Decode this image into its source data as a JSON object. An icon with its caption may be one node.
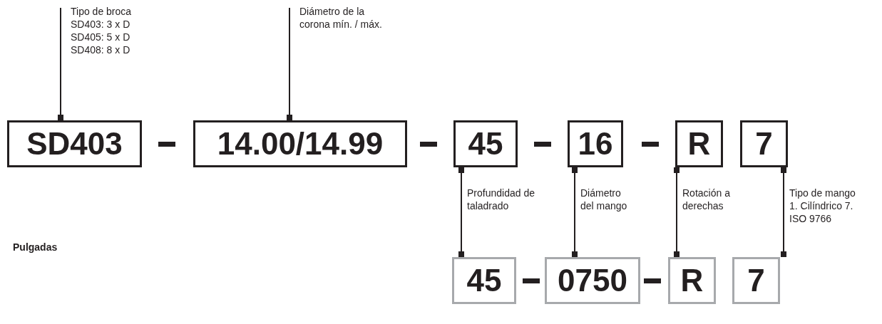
{
  "diagram": {
    "nodes": [
      {
        "text": [
          "Tipo de broca",
          "SD403: 3 x D",
          "SD405: 5 x D",
          "SD408: 8 x D"
        ]
      },
      {
        "text": [
          "Diámetro de la corona mín. / máx."
        ]
      },
      {
        "text": [
          "SD403"
        ]
      },
      {
        "text": [
          "14.00/14.99"
        ]
      },
      {
        "text": [
          "45"
        ]
      },
      {
        "text": [
          "16"
        ]
      },
      {
        "text": [
          "R"
        ]
      },
      {
        "text": [
          "7"
        ]
      },
      {
        "text": [
          "45"
        ]
      },
      {
        "text": [
          "0750"
        ]
      },
      {
        "text": [
          "R"
        ]
      },
      {
        "text": [
          "7"
        ]
      }
    ],
    "edges": [
      {
        "from": 0,
        "to": 2,
        "arrow": "other"
      },
      {
        "from": 1,
        "to": 3,
        "arrow": "other"
      },
      {
        "from": 4,
        "to": 8,
        "arrow": "other",
        "label": "Profundidad de taladrado"
      },
      {
        "from": 5,
        "to": 9,
        "arrow": "other",
        "label": "Diámetro del mango"
      },
      {
        "from": 6,
        "to": 10,
        "arrow": "other",
        "label": "Rotación a derechas"
      },
      {
        "from": 7,
        "to": 11,
        "arrow": "other",
        "label": "Tipo de mango 1. Cilíndrico 7. ISO 9766"
      }
    ],
    "labels": [
      "Pulgadas"
    ]
  }
}
